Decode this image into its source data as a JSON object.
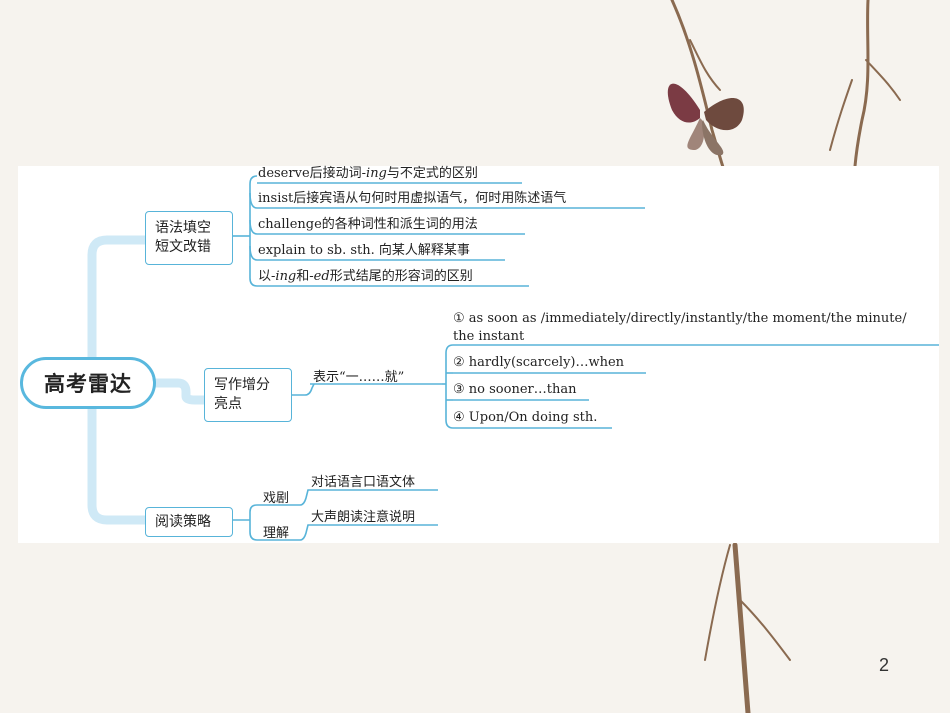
{
  "root": {
    "label": "高考雷达"
  },
  "branches": [
    {
      "label_lines": [
        "语法填空",
        "短文改错"
      ],
      "items": [
        {
          "pre": "deserve后接动词-",
          "em": "ing",
          "post": "与不定式的区别"
        },
        {
          "pre": "insist后接宾语从句何时用虚拟语气，何时用陈述语气",
          "em": "",
          "post": ""
        },
        {
          "pre": "challenge的各种词性和派生词的用法",
          "em": "",
          "post": ""
        },
        {
          "pre": "explain to sb. sth. 向某人解释某事",
          "em": "",
          "post": ""
        },
        {
          "pre": "以-",
          "em": "ing",
          "post": "和-",
          "em2": "ed",
          "post2": "形式结尾的形容词的区别"
        }
      ]
    },
    {
      "label_lines": [
        "写作增分",
        "亮点"
      ],
      "sub_label": "表示“一……就”",
      "items": [
        {
          "line1": "① as soon as /immediately/directly/instantly/the moment/the minute/",
          "line2": "the instant"
        },
        {
          "line1": "② hardly(scarcely)…when"
        },
        {
          "line1": "③ no sooner…than"
        },
        {
          "line1": "④ Upon/On doing sth."
        }
      ]
    },
    {
      "label_lines": [
        "阅读策略"
      ],
      "sub_labels": [
        "戏剧",
        "理解"
      ],
      "items": [
        "对话语言口语文体",
        "大声朗读注意说明"
      ]
    }
  ],
  "page_number": "2",
  "colors": {
    "accent": "#58b4d9",
    "connector": "#cfe9f6"
  }
}
